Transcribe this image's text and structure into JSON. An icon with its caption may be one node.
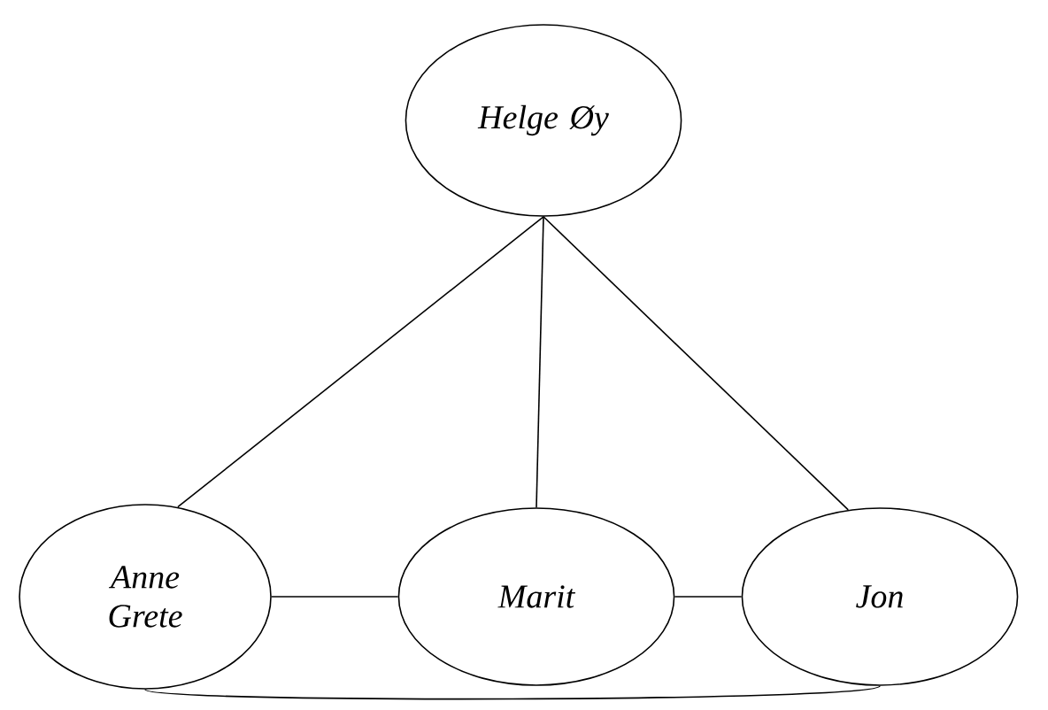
{
  "diagram": {
    "nodes": [
      {
        "text": [
          "Helge Øy"
        ]
      },
      {
        "text": [
          "Anne Grete"
        ]
      },
      {
        "text": [
          "Marit"
        ]
      },
      {
        "text": [
          "Jon"
        ]
      }
    ],
    "edges": [
      {
        "from": 0,
        "to": 1,
        "arrow": "none"
      },
      {
        "from": 0,
        "to": 2,
        "arrow": "none"
      },
      {
        "from": 0,
        "to": 3,
        "arrow": "none"
      },
      {
        "from": 1,
        "to": 2,
        "arrow": "none"
      },
      {
        "from": 2,
        "to": 3,
        "arrow": "none"
      },
      {
        "from": 1,
        "to": 3,
        "arrow": "none"
      }
    ]
  }
}
